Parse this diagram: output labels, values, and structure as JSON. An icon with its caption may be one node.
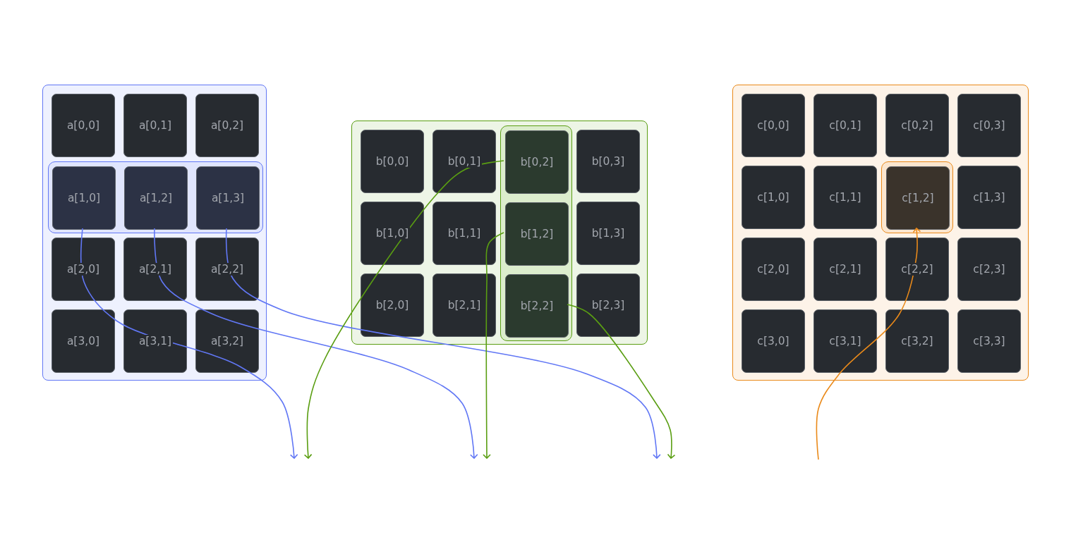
{
  "diagram": {
    "nodes": [
      {
        "text": [],
        "shape": "box"
      },
      {
        "text": [
          "a[0,0]"
        ],
        "in": 0
      },
      {
        "text": [
          "a[0,1]"
        ],
        "in": 0
      },
      {
        "text": [
          "a[0,2]"
        ],
        "in": 0
      },
      {
        "text": [],
        "shape": "box",
        "in": 0
      },
      {
        "text": [
          "a[1,0]"
        ],
        "in": 4
      },
      {
        "text": [
          "a[1,2]"
        ],
        "in": 4
      },
      {
        "text": [
          "a[1,3]"
        ],
        "in": 4
      },
      {
        "text": [
          "a[2,0]"
        ],
        "in": 0
      },
      {
        "text": [
          "a[2,1]"
        ],
        "in": 0
      },
      {
        "text": [
          "a[2,2]"
        ],
        "in": 0
      },
      {
        "text": [
          "a[3,0]"
        ],
        "in": 0
      },
      {
        "text": [
          "a[3,1]"
        ],
        "in": 0
      },
      {
        "text": [
          "a[3,2]"
        ],
        "in": 0
      },
      {
        "text": [],
        "shape": "box"
      },
      {
        "text": [
          "b[0,0]"
        ],
        "in": 14
      },
      {
        "text": [
          "b[0,1]"
        ],
        "in": 14
      },
      {
        "text": [],
        "shape": "box",
        "in": 14
      },
      {
        "text": [
          "b[0,2]"
        ],
        "in": 17
      },
      {
        "text": [
          "b[0,3]"
        ],
        "in": 14
      },
      {
        "text": [
          "b[1,0]"
        ],
        "in": 14
      },
      {
        "text": [
          "b[1,1]"
        ],
        "in": 14
      },
      {
        "text": [
          "b[1,2]"
        ],
        "in": 17
      },
      {
        "text": [
          "b[1,3]"
        ],
        "in": 14
      },
      {
        "text": [
          "b[2,0]"
        ],
        "in": 14
      },
      {
        "text": [
          "b[2,1]"
        ],
        "in": 14
      },
      {
        "text": [
          "b[2,2]"
        ],
        "in": 17
      },
      {
        "text": [
          "b[2,3]"
        ],
        "in": 14
      },
      {
        "text": [],
        "shape": "box"
      },
      {
        "text": [
          "c[0,0]"
        ],
        "in": 28
      },
      {
        "text": [
          "c[0,1]"
        ],
        "in": 28
      },
      {
        "text": [
          "c[0,2]"
        ],
        "in": 28
      },
      {
        "text": [
          "c[0,3]"
        ],
        "in": 28
      },
      {
        "text": [
          "c[1,0]"
        ],
        "in": 28
      },
      {
        "text": [
          "c[1,1]"
        ],
        "in": 28
      },
      {
        "text": [],
        "shape": "box",
        "in": 28
      },
      {
        "text": [
          "c[1,2]"
        ],
        "in": 35
      },
      {
        "text": [
          "c[1,3]"
        ],
        "in": 28
      },
      {
        "text": [
          "c[2,0]"
        ],
        "in": 28
      },
      {
        "text": [
          "c[2,1]"
        ],
        "in": 28
      },
      {
        "text": [
          "c[2,2]"
        ],
        "in": 28
      },
      {
        "text": [
          "c[2,3]"
        ],
        "in": 28
      },
      {
        "text": [
          "c[3,0]"
        ],
        "in": 28
      },
      {
        "text": [
          "c[3,1]"
        ],
        "in": 28
      },
      {
        "text": [
          "c[3,2]"
        ],
        "in": 28
      },
      {
        "text": [
          "c[3,3]"
        ],
        "in": 28
      }
    ],
    "edges": [
      {
        "from": 5,
        "to": null,
        "arrow": "to",
        "color": "#6177f5"
      },
      {
        "from": 6,
        "to": null,
        "arrow": "to",
        "color": "#6177f5"
      },
      {
        "from": 7,
        "to": null,
        "arrow": "to",
        "color": "#6177f5"
      },
      {
        "from": 18,
        "to": null,
        "arrow": "to",
        "color": "#5a9e12"
      },
      {
        "from": 22,
        "to": null,
        "arrow": "to",
        "color": "#5a9e12"
      },
      {
        "from": 26,
        "to": null,
        "arrow": "to",
        "color": "#5a9e12"
      },
      {
        "from": null,
        "to": 36,
        "arrow": "to",
        "color": "#ea8a1a"
      }
    ]
  }
}
